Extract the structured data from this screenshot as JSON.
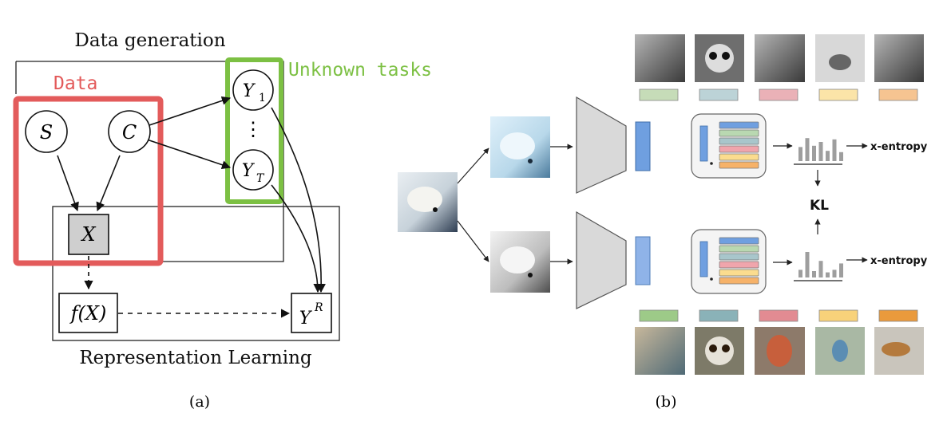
{
  "panel_a": {
    "title": "Data generation",
    "data_label": "Data",
    "unknown_label": "Unknown tasks",
    "nodes": {
      "s": "S",
      "c": "C",
      "x": "X",
      "y1_base": "Y",
      "y1_sub": "1",
      "dots": "⋮",
      "yt_base": "Y",
      "yt_sub": "T",
      "fx": "f(X)",
      "yr_base": "Y",
      "yr_sup": "R"
    },
    "bottom_label": "Representation Learning",
    "caption": "(a)",
    "colors": {
      "data": "#e35b5b",
      "tasks": "#7cc043",
      "x_fill": "#cfcfcf"
    }
  },
  "panel_b": {
    "output_top": "x-entropy",
    "output_bottom": "x-entropy",
    "kl": "KL",
    "caption": "(b)",
    "swatches": [
      "#c6dcb8",
      "#bcd3d7",
      "#eab1b7",
      "#fbe4a8",
      "#f6c491"
    ],
    "swatches_bottom": [
      "#9dca88",
      "#8ab2b8",
      "#e28b92",
      "#f8d27a",
      "#ea9a3c"
    ],
    "proto_colors": [
      "#6f9fe0",
      "#b9d8b1",
      "#a8c6cb",
      "#f0a5ac",
      "#fbdc8e",
      "#f6b269"
    ],
    "hist_top": [
      0.55,
      0.9,
      0.6,
      0.75,
      0.4,
      0.85,
      0.35
    ],
    "hist_bottom": [
      0.3,
      1.0,
      0.25,
      0.65,
      0.2,
      0.3,
      0.55
    ]
  }
}
